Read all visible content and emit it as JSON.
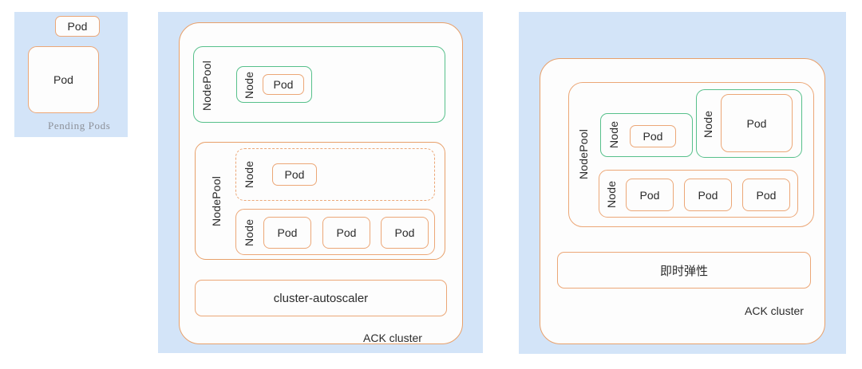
{
  "diagram": {
    "title_colors": {
      "panel_background": "#d3e4f8",
      "orange_border": "#e8a06a",
      "green_border": "#57c08b",
      "box_fill": "#fdfdfd",
      "text": "#2b2b2b",
      "muted_text": "#8d9199"
    }
  },
  "left_panel": {
    "name": "pending-pods-panel",
    "caption": "Pending Pods",
    "pods": [
      {
        "label": "Pod"
      },
      {
        "label": "Pod"
      }
    ]
  },
  "middle_panel": {
    "name": "cluster-autoscaler-panel",
    "cluster_label": "ACK cluster",
    "autoscaler_label": "cluster-autoscaler",
    "nodepools": [
      {
        "label": "NodePool",
        "style": "green",
        "nodes": [
          {
            "label": "Node",
            "style": "green",
            "pods": [
              {
                "label": "Pod"
              }
            ]
          }
        ]
      },
      {
        "label": "NodePool",
        "style": "orange",
        "nodes": [
          {
            "label": "Node",
            "style": "dashed",
            "pods": [
              {
                "label": "Pod"
              }
            ]
          },
          {
            "label": "Node",
            "style": "orange",
            "pods": [
              {
                "label": "Pod"
              },
              {
                "label": "Pod"
              },
              {
                "label": "Pod"
              }
            ]
          }
        ]
      }
    ]
  },
  "right_panel": {
    "name": "instant-elasticity-panel",
    "cluster_label": "ACK cluster",
    "elasticity_label": "即时弹性",
    "nodepools": [
      {
        "label": "NodePool",
        "style": "orange",
        "nodes": [
          {
            "label": "Node",
            "style": "green",
            "pods": [
              {
                "label": "Pod"
              }
            ]
          },
          {
            "label": "Node",
            "style": "green",
            "pods": [
              {
                "label": "Pod"
              }
            ]
          },
          {
            "label": "Node",
            "style": "orange",
            "pods": [
              {
                "label": "Pod"
              },
              {
                "label": "Pod"
              },
              {
                "label": "Pod"
              }
            ]
          }
        ]
      }
    ]
  }
}
